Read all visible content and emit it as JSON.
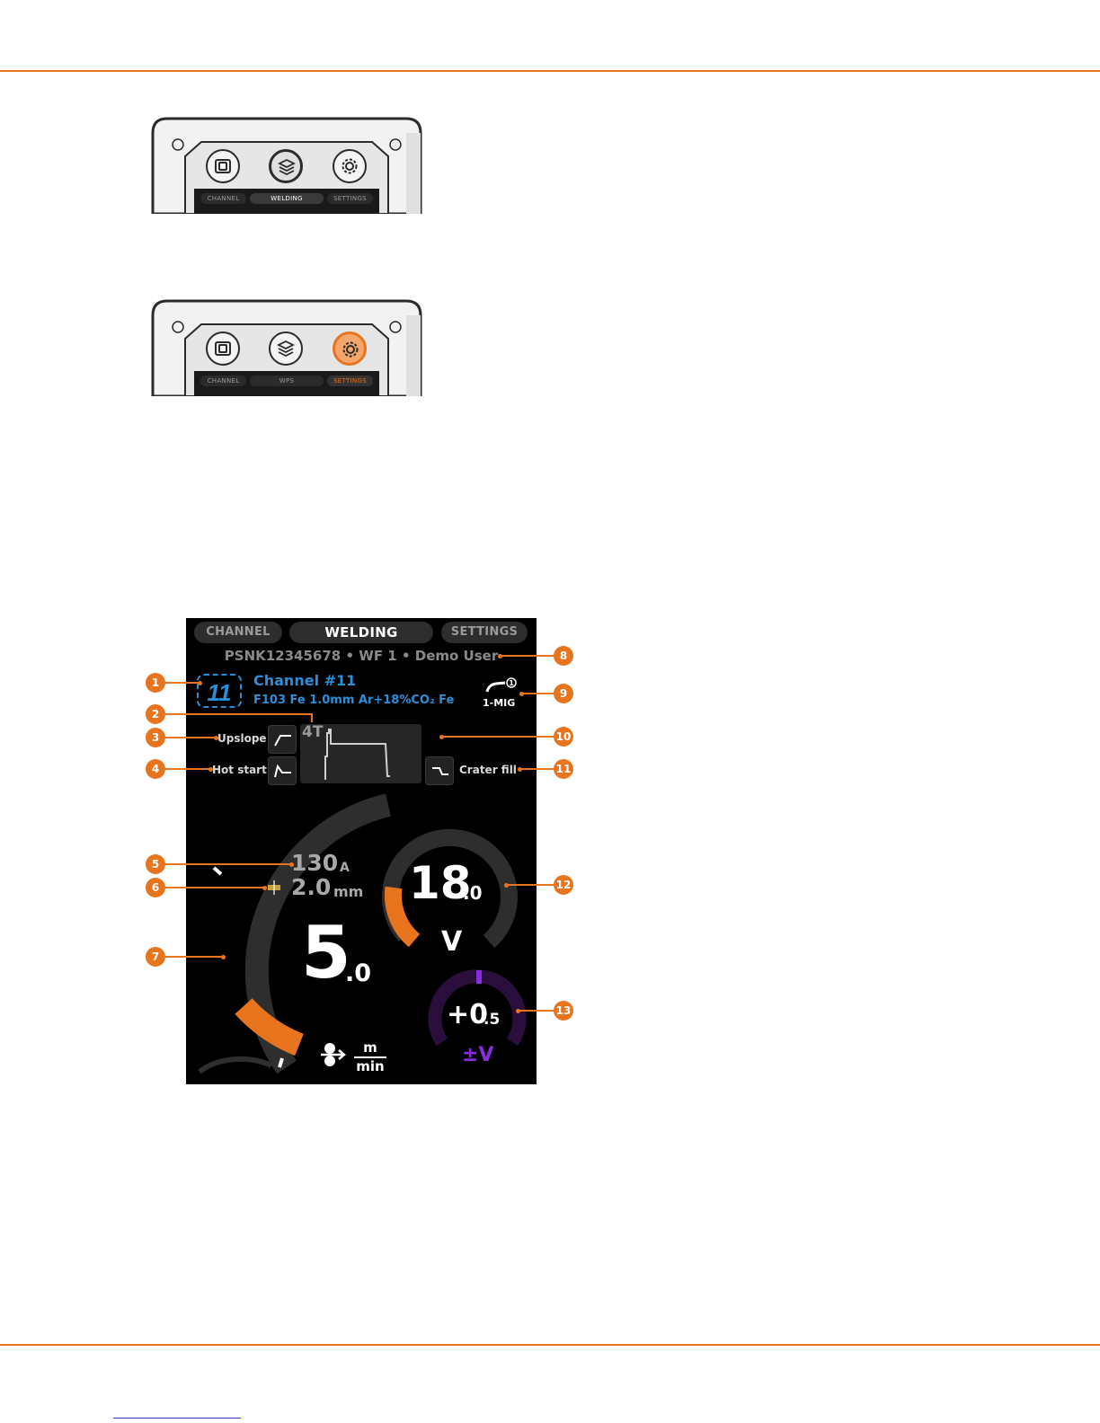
{
  "page": {
    "accent": "#e8741e"
  },
  "device_panels": [
    {
      "tabs": [
        "CHANNEL",
        "WELDING",
        "SETTINGS"
      ],
      "active_tab": 1,
      "active_button": "layers-icon"
    },
    {
      "tabs": [
        "CHANNEL",
        "WPS",
        "SETTINGS"
      ],
      "active_tab": 2,
      "active_button": "gear-icon"
    }
  ],
  "screen": {
    "tabs": {
      "channel": "CHANNEL",
      "welding": "WELDING",
      "settings": "SETTINGS"
    },
    "meta": "PSNK12345678  •  WF 1  •  Demo User",
    "channel_number": "11",
    "channel_title": "Channel #11",
    "channel_sub": "F103 Fe 1.0mm Ar+18%CO₂ Fe",
    "gun_label": "1-MIG",
    "mode": "4T",
    "upslope": "Upslope",
    "hot_start": "Hot start",
    "crater_fill": "Crater fill",
    "current_value": "130",
    "current_unit": "A",
    "thickness_value": "2.0",
    "thickness_unit": "mm",
    "wfs_int": "5",
    "wfs_dec": ".0",
    "wfs_unit_top": "m",
    "wfs_unit_bottom": "min",
    "voltage_int": "18",
    "voltage_dec": ".0",
    "voltage_unit": "V",
    "trim_int": "+0",
    "trim_dec": ".5",
    "trim_unit": "±V",
    "colors": {
      "blue": "#2a8fd8",
      "orange": "#e8741e",
      "purple": "#8a2be2"
    }
  },
  "callouts": [
    "1",
    "2",
    "3",
    "4",
    "5",
    "6",
    "7",
    "8",
    "9",
    "10",
    "11",
    "12",
    "13"
  ]
}
